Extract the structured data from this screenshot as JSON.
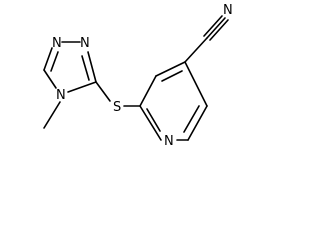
{
  "molecule": {
    "atoms": {
      "nitrile_n": "N",
      "triazole_n1": "N",
      "triazole_n2": "N",
      "triazole_n4": "N",
      "sulfur": "S",
      "pyridine_n": "N"
    }
  }
}
